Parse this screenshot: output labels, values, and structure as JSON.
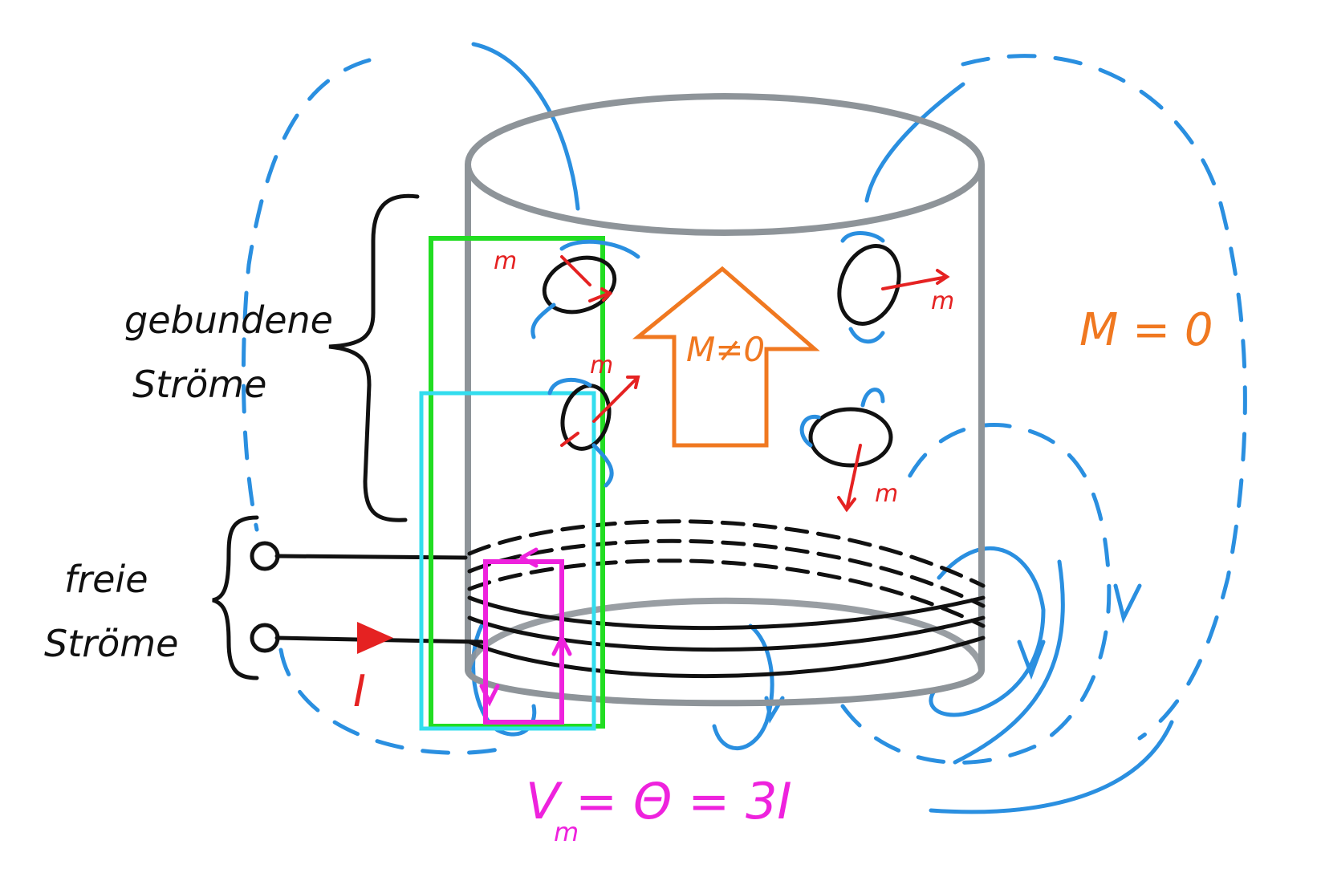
{
  "labels": {
    "bound_currents": [
      "gebundene",
      "Ströme"
    ],
    "free_currents": [
      "freie",
      "Ströme"
    ],
    "current": "I",
    "magnetization_inside": "M≠0",
    "magnetization_outside": "M = 0",
    "magnetic_moment": "m",
    "mmf_equation": "V = Θ = 3I",
    "mmf_subscript": "m"
  },
  "colors": {
    "field_lines": "#2a8fe0",
    "loops": "#111111",
    "moments": "#e52222",
    "magnetization": "#f07820",
    "mmf": "#ee22dd",
    "contour_green": "#22dd22",
    "contour_cyan": "#33ddee",
    "cylinder": "#8e9499"
  },
  "icons": {
    "current_arrow": "triangle-arrow-right",
    "magnetization_arrow": "outlined-up-arrow"
  }
}
